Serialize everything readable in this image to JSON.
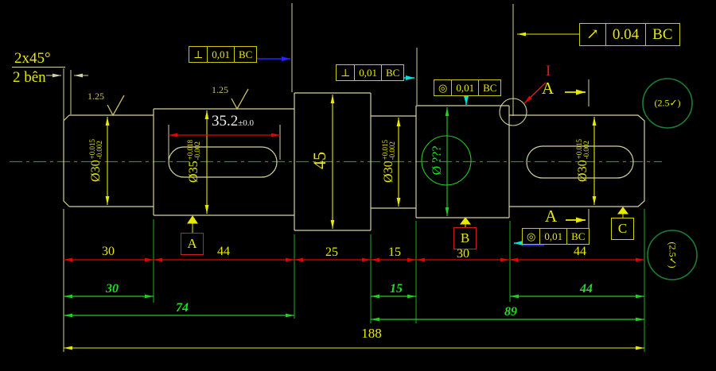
{
  "colors": {
    "background": "#000000",
    "outline": "#d2d29c",
    "dim_yellow": "#e8e800",
    "dim_red": "#e80000",
    "dim_green": "#22cc22",
    "centerline": "#1f8b45",
    "leader_blue": "#2424ff",
    "leader_cyan": "#00e0e0",
    "datum_box_red": "#cc2020"
  },
  "chamfer_note": {
    "line1": "2x45°",
    "line2": "2 bên"
  },
  "roughness": {
    "mark1": "1.25",
    "mark2": "1.25",
    "circle1": "(2.5✓)",
    "circle2": "(2.5✓)"
  },
  "fcf1": {
    "symbol": "⊥",
    "tol": "0,01",
    "datum": "BC"
  },
  "fcf2": {
    "symbol": "⊥",
    "tol": "0,01",
    "datum": "BC"
  },
  "fcf3": {
    "symbol": "◎",
    "tol": "0,01",
    "datum": "BC"
  },
  "fcf4": {
    "symbol": "↗",
    "tol": "0.04",
    "datum": "BC"
  },
  "fcf5": {
    "symbol": "◎",
    "tol": "0,01",
    "datum": "BC"
  },
  "dia": {
    "d1": {
      "nom": "Ø30",
      "up": "+0.015",
      "low": "-0.002"
    },
    "d2": {
      "nom": "Ø35",
      "up": "+0.018",
      "low": "-0.002"
    },
    "d3": "45",
    "d4": {
      "nom": "Ø30",
      "up": "+0.015",
      "low": "-0.002"
    },
    "d5": "Ø ???",
    "d6": {
      "nom": "Ø30",
      "up": "+0.015",
      "low": "-0.002"
    }
  },
  "keyway": {
    "value": "35.2",
    "tol": "±0.0"
  },
  "datums": {
    "a": "A",
    "b": "B",
    "c": "C"
  },
  "detail": {
    "label": "I",
    "section": "A"
  },
  "dims": {
    "red": [
      "30",
      "44",
      "25",
      "15",
      "30",
      "44"
    ],
    "green": [
      "30",
      "74",
      "15",
      "44",
      "89"
    ],
    "overall": "188"
  }
}
